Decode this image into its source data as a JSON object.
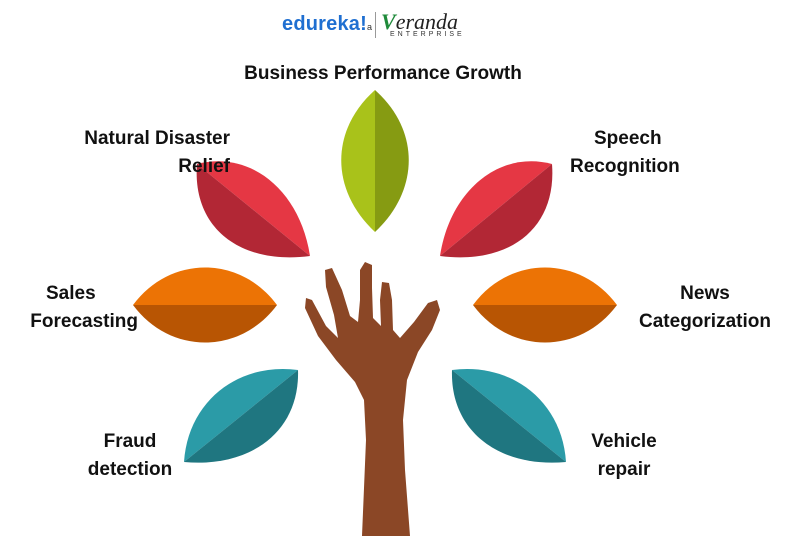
{
  "header": {
    "edureka": "edureka!",
    "a": "a",
    "veranda_v": "V",
    "veranda_rest": "eranda",
    "enterprise": "ENTERPRISE"
  },
  "labels": {
    "top": "Business Performance Growth",
    "left1_line1": "Natural Disaster",
    "left1_line2": "Relief",
    "left2_line1": "Sales",
    "left2_line2": "Forecasting",
    "left3_line1": "Fraud",
    "left3_line2": "detection",
    "right1_line1": "Speech",
    "right1_line2": "Recognition",
    "right2_line1": "News",
    "right2_line2": "Categorization",
    "right3_line1": "Vehicle",
    "right3_line2": "repair"
  },
  "colors": {
    "green_light": "#a9c21a",
    "green_dark": "#869b12",
    "red_light": "#e53744",
    "red_dark": "#b22735",
    "orange_light": "#ec7305",
    "orange_dark": "#b85503",
    "teal_light": "#2b9ba7",
    "teal_dark": "#1f7680",
    "hand": "#8b4726"
  }
}
